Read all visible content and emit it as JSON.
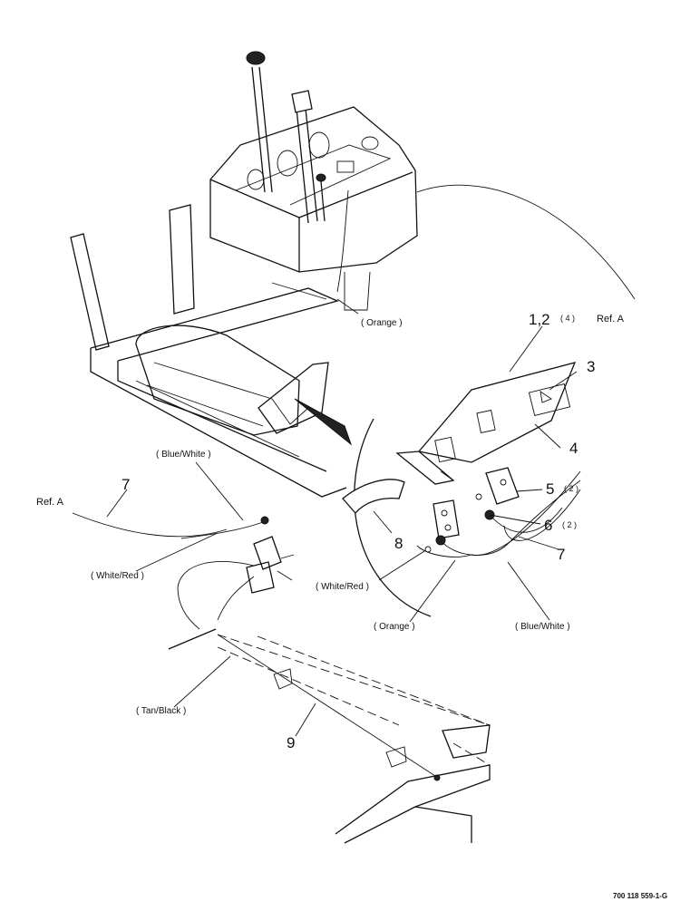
{
  "callouts": {
    "c12_main": "1,2",
    "c12_qty": "( 4 )",
    "c3": "3",
    "c4": "4",
    "c5": "5",
    "c5_qty": "( 2 )",
    "c6": "6",
    "c6_qty": "( 2 )",
    "c7_right": "7",
    "c7_left": "7",
    "c8": "8",
    "c9": "9"
  },
  "refs": {
    "ref_a_right": "Ref. A",
    "ref_a_left": "Ref. A"
  },
  "wire_colors": {
    "orange_top": "( Orange )",
    "blue_white_left": "( Blue/White )",
    "white_red_left": "( White/Red )",
    "white_red_detail": "( White/Red )",
    "orange_detail": "( Orange )",
    "blue_white_detail": "( Blue/White )",
    "tan_black": "( Tan/Black )"
  },
  "drawing_code": "700 118 559-1-G"
}
